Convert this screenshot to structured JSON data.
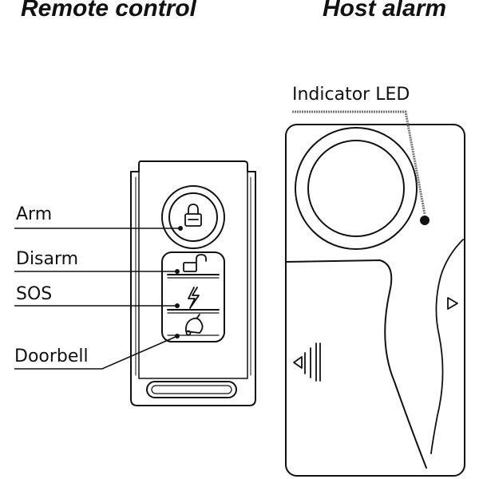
{
  "titles": {
    "left": "Remote control",
    "right": "Host alarm"
  },
  "callouts": {
    "arm": "Arm",
    "disarm": "Disarm",
    "sos": "SOS",
    "doorbell": "Doorbell",
    "indicator_led": "Indicator LED"
  },
  "icons": {
    "arm": "padlock-closed-icon",
    "disarm": "padlock-open-icon",
    "sos": "lightning-icon",
    "doorbell": "bell-icon",
    "host_slide": "triangle-right-icon",
    "host_grip": "triangle-left-icon"
  },
  "colors": {
    "ink": "#111111",
    "background": "#ffffff"
  }
}
